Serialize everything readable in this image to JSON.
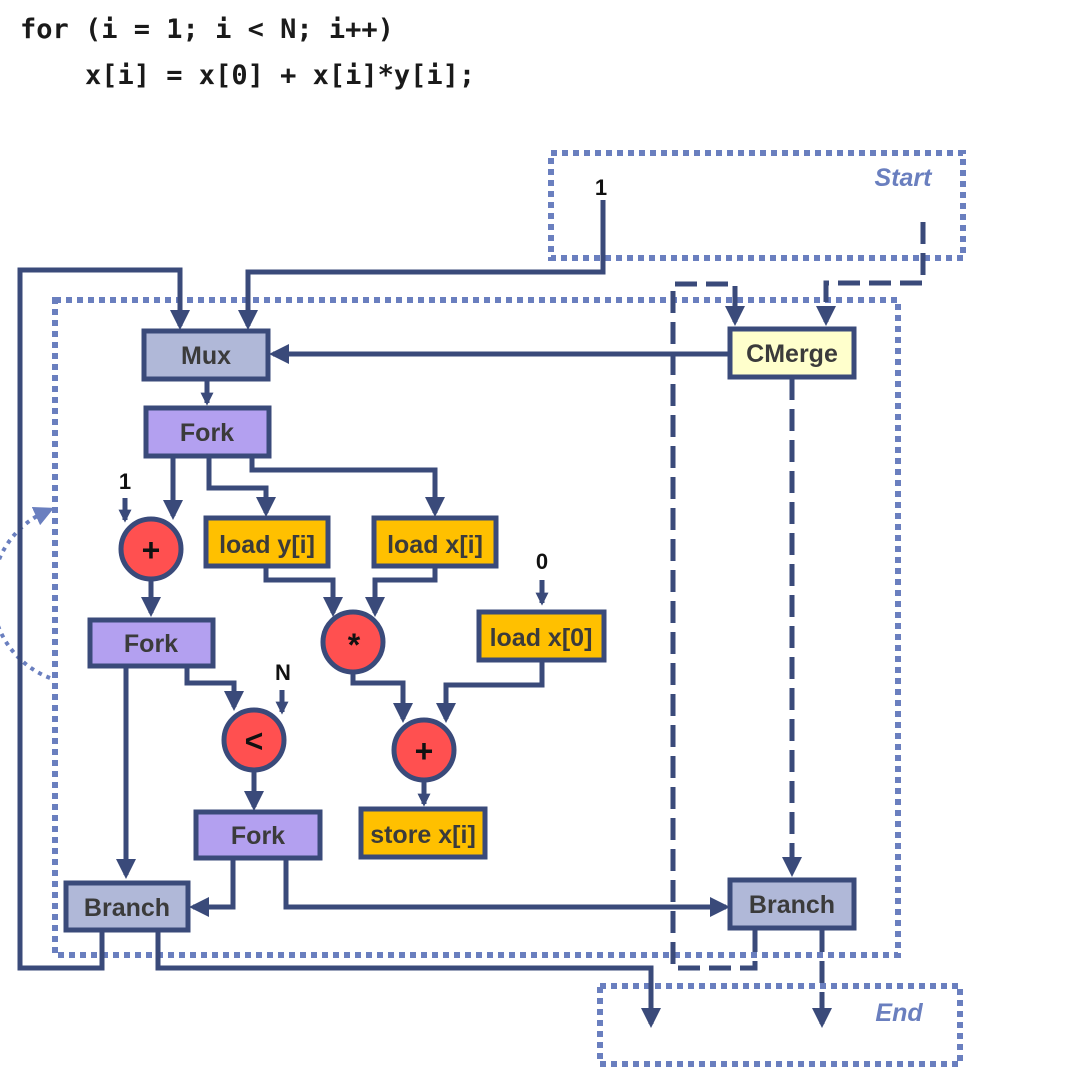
{
  "code": {
    "line1": "for (i = 1; i < N; i++)",
    "line2": "    x[i] = x[0] + x[i]*y[i];"
  },
  "regions": {
    "start": "Start",
    "end": "End"
  },
  "nodes": {
    "mux": "Mux",
    "cmerge": "CMerge",
    "fork_top": "Fork",
    "load_y": "load y[i]",
    "load_x": "load x[i]",
    "load_x0": "load x[0]",
    "fork_mid": "Fork",
    "fork_low": "Fork",
    "store_x": "store x[i]",
    "branch_left": "Branch",
    "branch_right": "Branch"
  },
  "operators": {
    "add_inc": "+",
    "mul": "*",
    "less": "<",
    "add_sum": "+"
  },
  "constants": {
    "start_one": "1",
    "inc_one": "1",
    "limit_n": "N",
    "zero": "0"
  },
  "colors": {
    "wire": "#3a4a7a",
    "region_dots": "#6a7fbf",
    "control_block": "#b0b8d8",
    "fork_block": "#b3a0f0",
    "memory_block": "#ffc000",
    "cmerge_block": "#ffffcc",
    "operator_fill": "#ff5050"
  }
}
